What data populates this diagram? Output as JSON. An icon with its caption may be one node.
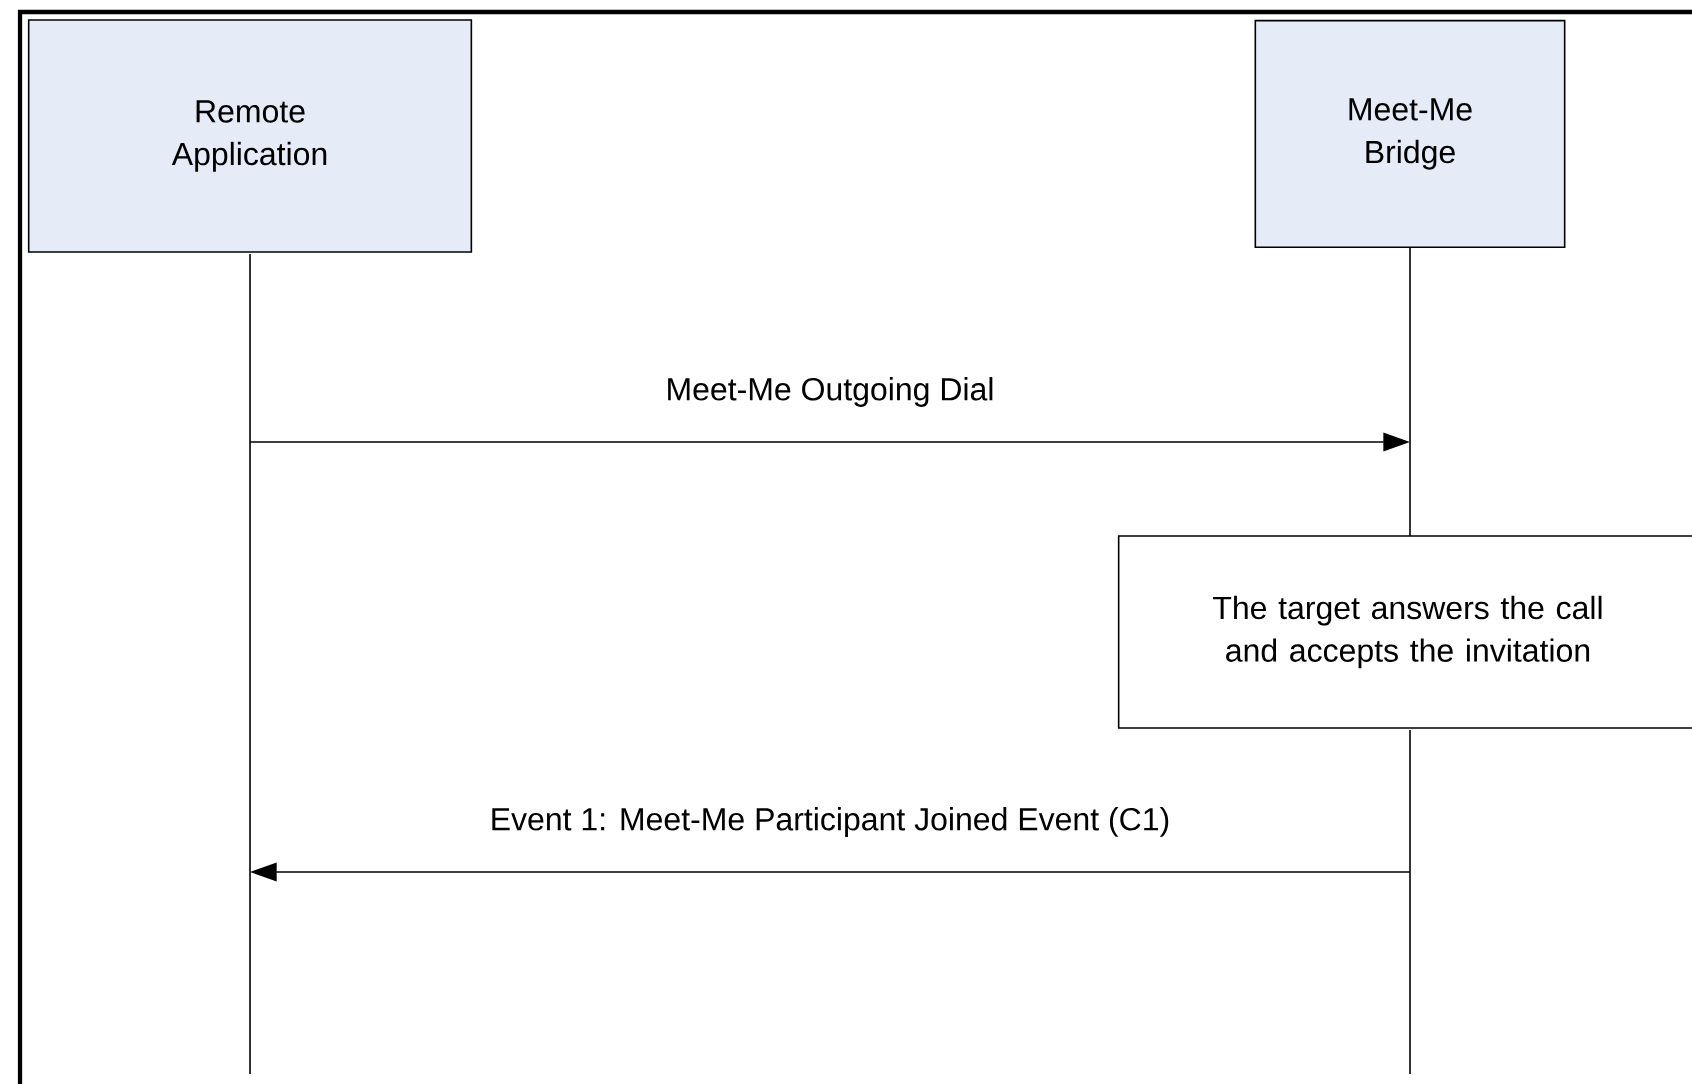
{
  "diagram": {
    "nodes": [
      {
        "text": [
          "Remote Application"
        ]
      },
      {
        "text": [
          "Meet-Me Bridge"
        ]
      },
      {
        "text": [
          "The target answers the call and accepts the invitation"
        ]
      }
    ],
    "edges": [
      {
        "from": 0,
        "to": 1,
        "arrow": "to",
        "label": "Meet-Me Outgoing Dial"
      },
      {
        "from": 1,
        "to": 0,
        "arrow": "to",
        "label": "Event 1: Meet-Me Participant Joined Event (C1)"
      }
    ]
  }
}
